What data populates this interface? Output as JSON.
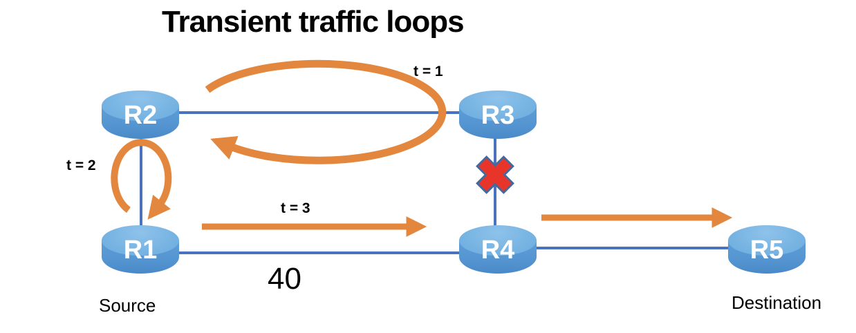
{
  "title": "Transient traffic loops",
  "diagram": {
    "nodes": [
      {
        "id": "R1",
        "label": "R1",
        "caption": "Source"
      },
      {
        "id": "R2",
        "label": "R2",
        "caption": ""
      },
      {
        "id": "R3",
        "label": "R3",
        "caption": ""
      },
      {
        "id": "R4",
        "label": "R4",
        "caption": ""
      },
      {
        "id": "R5",
        "label": "R5",
        "caption": "Destination"
      }
    ],
    "links": [
      {
        "from": "R2",
        "to": "R3",
        "status": "up"
      },
      {
        "from": "R1",
        "to": "R2",
        "status": "up"
      },
      {
        "from": "R3",
        "to": "R4",
        "status": "failed"
      },
      {
        "from": "R1",
        "to": "R4",
        "status": "up",
        "weight": "40"
      },
      {
        "from": "R4",
        "to": "R5",
        "status": "up"
      }
    ],
    "link_weight_label": "40",
    "annotations": [
      {
        "id": "t1",
        "label": "t = 1",
        "type": "loop",
        "between": [
          "R2",
          "R3"
        ]
      },
      {
        "id": "t2",
        "label": "t = 2",
        "type": "loop",
        "between": [
          "R1",
          "R2"
        ]
      },
      {
        "id": "t3",
        "label": "t = 3",
        "type": "forward-arrow",
        "between": [
          "R1",
          "R4"
        ]
      },
      {
        "id": "t4",
        "label": "",
        "type": "forward-arrow",
        "between": [
          "R4",
          "R5"
        ]
      }
    ]
  },
  "colors": {
    "node_top": "#7cb6e3",
    "node_body": "#5b9bd5",
    "link_blue": "#4a72c0",
    "arrow_orange": "#e2873d",
    "failure_red": "#e8352a",
    "failure_outline": "#44699e",
    "text": "#000000"
  }
}
